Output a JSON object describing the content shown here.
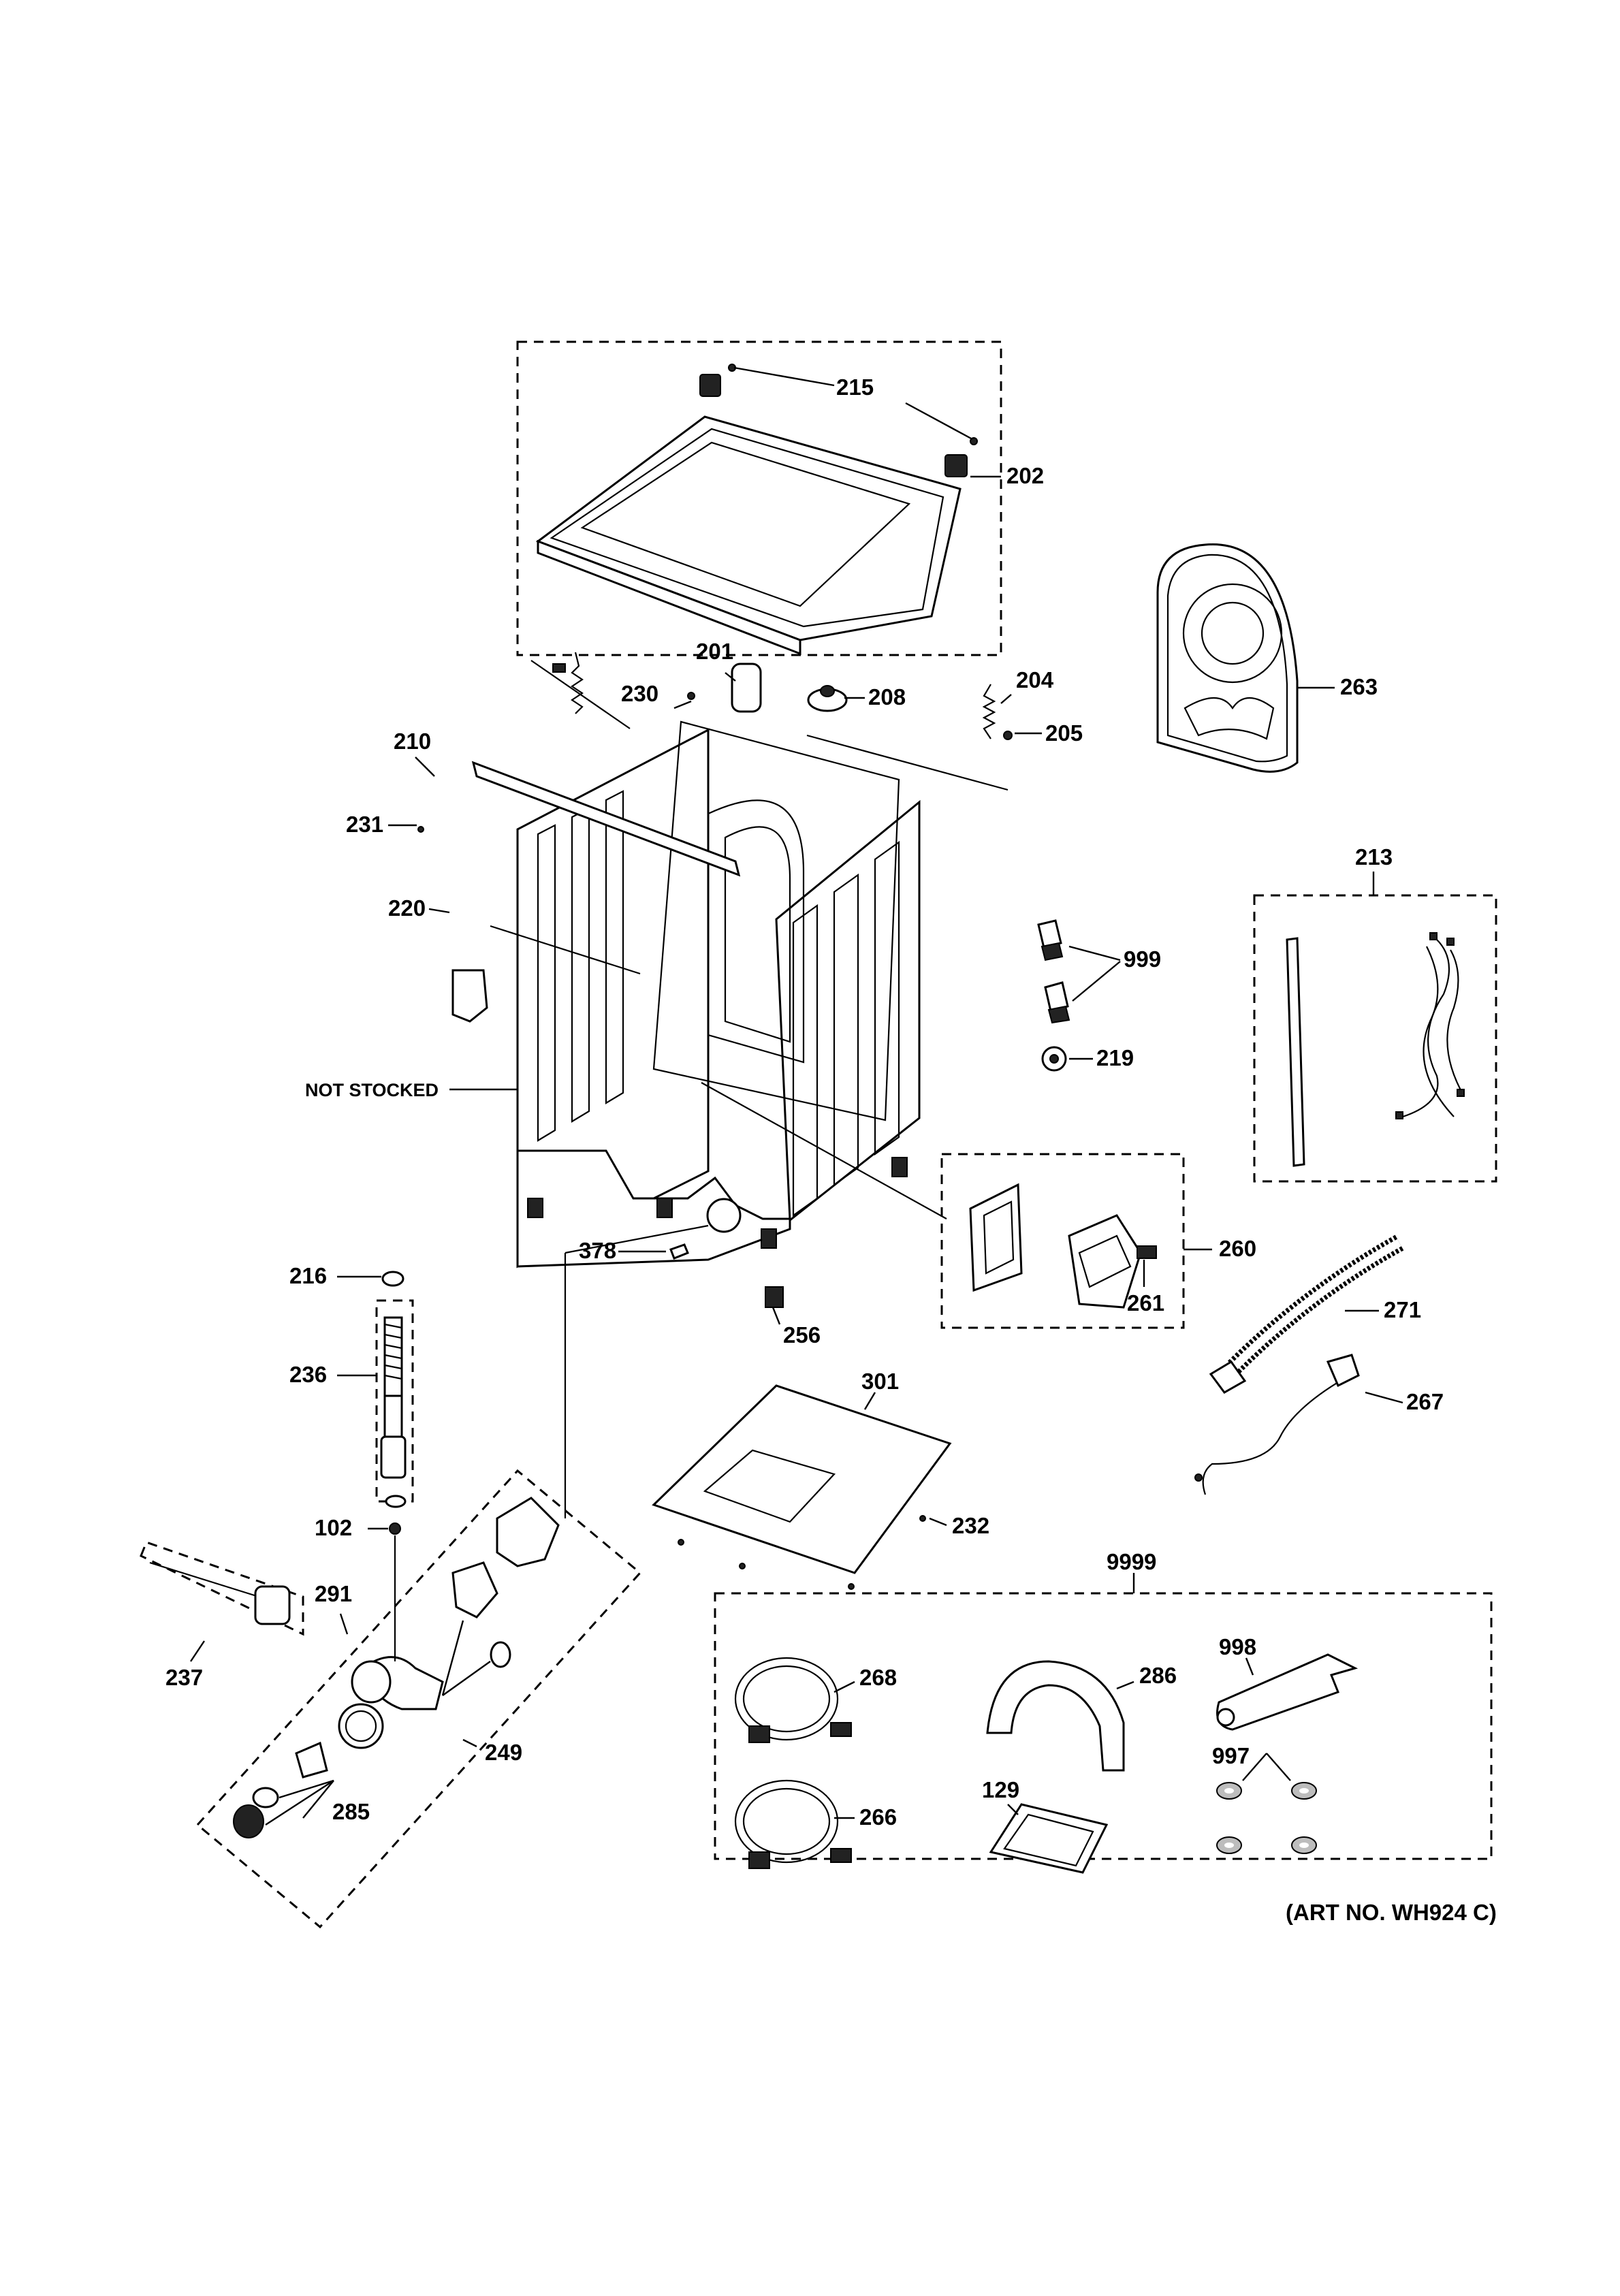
{
  "art_number": "(ART NO. WH924 C)",
  "labels": {
    "p215": "215",
    "p202": "202",
    "p201": "201",
    "p230": "230",
    "p208": "208",
    "p204": "204",
    "p205": "205",
    "p263": "263",
    "p210": "210",
    "p231": "231",
    "p220": "220",
    "not_stocked": "NOT STOCKED",
    "p999": "999",
    "p219": "219",
    "p213": "213",
    "p260": "260",
    "p261": "261",
    "p378": "378",
    "p256": "256",
    "p216": "216",
    "p236": "236",
    "p271": "271",
    "p267": "267",
    "p301": "301",
    "p232": "232",
    "p102": "102",
    "p291": "291",
    "p237": "237",
    "p249": "249",
    "p285": "285",
    "p9999": "9999",
    "p268": "268",
    "p286": "286",
    "p998": "998",
    "p997": "997",
    "p129": "129",
    "p266": "266"
  }
}
